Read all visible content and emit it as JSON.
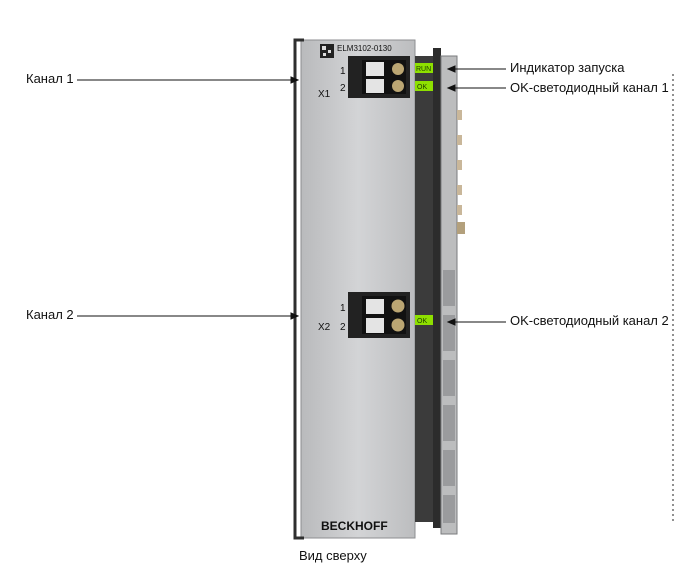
{
  "labels": {
    "channel_1": "Канал 1",
    "channel_2": "Канал 2",
    "run_indicator": "Индикатор запуска",
    "ok_led_channel_1": "OK-светодиодный канал 1",
    "ok_led_channel_2": "OK-светодиодный канал 2",
    "top_view": "Вид сверху"
  },
  "module": {
    "model": "ELM3102-0130",
    "brand": "BECKHOFF",
    "connector_x1": "X1",
    "connector_x2": "X2",
    "pin_1": "1",
    "pin_2": "2",
    "led_run": "RUN",
    "led_ok": "OK"
  },
  "colors": {
    "housing": "#c8c9cb",
    "rail": "#3a3a3a",
    "led": "#8ee000",
    "text": "#111111"
  }
}
